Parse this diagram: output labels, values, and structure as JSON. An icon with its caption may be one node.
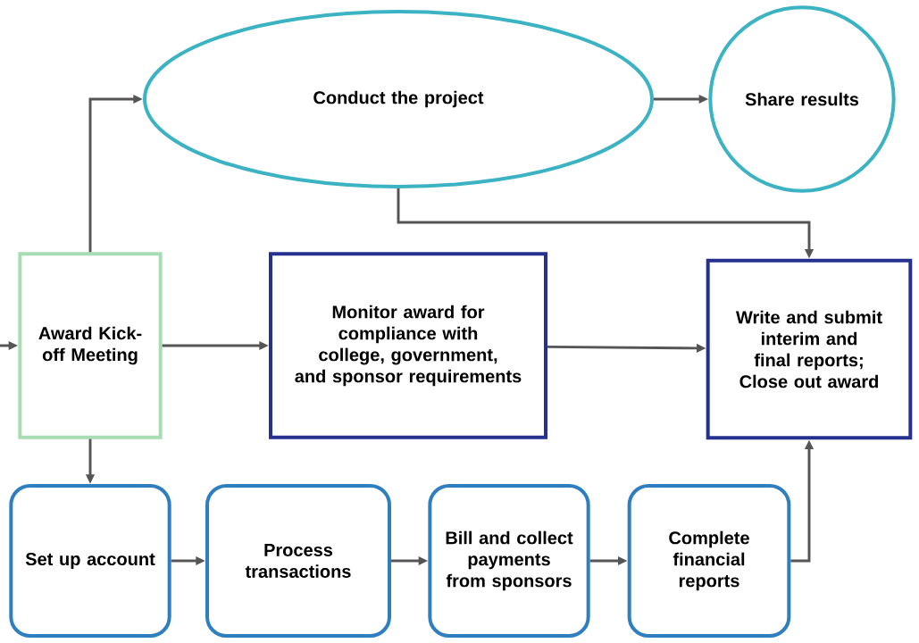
{
  "diagram": {
    "nodes": [
      {
        "text": [
          "Conduct the project"
        ]
      },
      {
        "text": [
          "Share results"
        ]
      },
      {
        "text": [
          "Award Kick-off Meeting"
        ]
      },
      {
        "text": [
          "Monitor award for compliance with college, government, and sponsor requirements"
        ]
      },
      {
        "text": [
          "Write and submit interim and final reports; Close out award"
        ]
      },
      {
        "text": [
          "Set up account"
        ]
      },
      {
        "text": [
          "Process transactions"
        ]
      },
      {
        "text": [
          "Bill and collect payments from sponsors"
        ]
      },
      {
        "text": [
          "Complete financial reports"
        ]
      }
    ],
    "edges": [
      {
        "from": null,
        "to": 2,
        "arrow": "to"
      },
      {
        "from": 2,
        "to": 0,
        "arrow": "to"
      },
      {
        "from": 0,
        "to": 1,
        "arrow": "to"
      },
      {
        "from": 0,
        "to": 4,
        "arrow": "to"
      },
      {
        "from": 2,
        "to": 3,
        "arrow": "to"
      },
      {
        "from": 3,
        "to": 4,
        "arrow": "to"
      },
      {
        "from": 2,
        "to": 5,
        "arrow": "to"
      },
      {
        "from": 5,
        "to": 6,
        "arrow": "to"
      },
      {
        "from": 6,
        "to": 7,
        "arrow": "to"
      },
      {
        "from": 7,
        "to": 8,
        "arrow": "to"
      },
      {
        "from": 8,
        "to": 4,
        "arrow": "to"
      }
    ]
  }
}
